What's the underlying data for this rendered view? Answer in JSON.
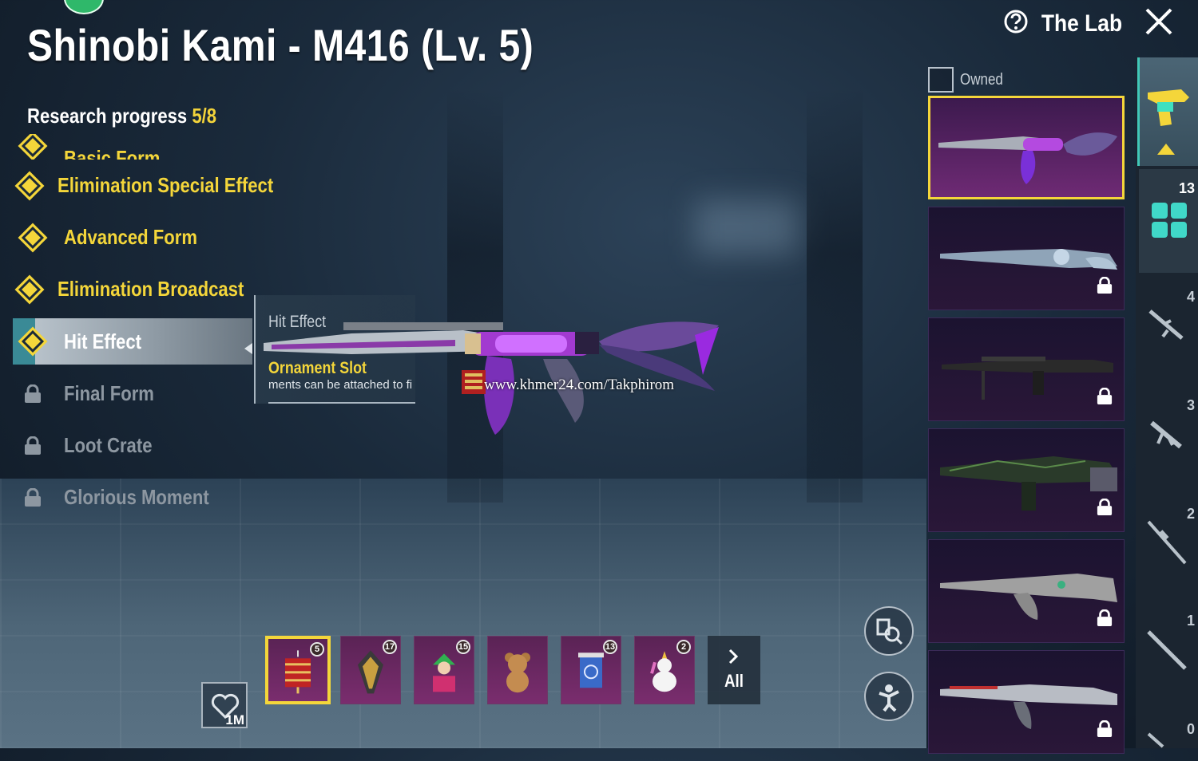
{
  "header": {
    "title": "Shinobi Kami - M416 (Lv. 5)",
    "research_label": "Research progress ",
    "research_value": "5/8",
    "help_icon": "question-circle-icon",
    "lab_label": "The Lab",
    "close_icon": "close-icon"
  },
  "features": [
    {
      "label": "Basic Form",
      "state": "unlocked",
      "icon": "diamond-check-icon"
    },
    {
      "label": "Elimination Special Effect",
      "state": "unlocked",
      "icon": "diamond-check-icon"
    },
    {
      "label": "Advanced Form",
      "state": "unlocked",
      "icon": "diamond-check-icon"
    },
    {
      "label": "Elimination Broadcast",
      "state": "unlocked",
      "icon": "diamond-check-icon"
    },
    {
      "label": "Hit Effect",
      "state": "selected",
      "icon": "diamond-check-icon"
    },
    {
      "label": "Final Form",
      "state": "locked",
      "icon": "lock-icon"
    },
    {
      "label": "Loot Crate",
      "state": "locked",
      "icon": "lock-icon"
    },
    {
      "label": "Glorious Moment",
      "state": "locked",
      "icon": "lock-icon"
    }
  ],
  "tooltip": {
    "heading": "Hit Effect",
    "slot_title": "Ornament Slot",
    "slot_desc": "ments can be attached to fire"
  },
  "watermark": "www.khmer24.com/Takphirom",
  "owned_filter": {
    "label": "Owned",
    "checked": false
  },
  "skins": [
    {
      "name": "shinobi-kami-m416",
      "selected": true,
      "locked": false
    },
    {
      "name": "skin-2",
      "selected": false,
      "locked": true
    },
    {
      "name": "skin-3",
      "selected": false,
      "locked": true
    },
    {
      "name": "skin-4",
      "selected": false,
      "locked": true
    },
    {
      "name": "skin-5",
      "selected": false,
      "locked": true
    },
    {
      "name": "skin-6",
      "selected": false,
      "locked": true
    }
  ],
  "categories": [
    {
      "icon": "pistol-icon",
      "count": ""
    },
    {
      "icon": "grid-icon",
      "count": "13"
    },
    {
      "icon": "assault-rifle-icon",
      "count": "4"
    },
    {
      "icon": "smg-icon",
      "count": "3"
    },
    {
      "icon": "sniper-rifle-icon",
      "count": "2"
    },
    {
      "icon": "marksman-rifle-icon",
      "count": "1"
    },
    {
      "icon": "shotgun-icon",
      "count": "0"
    }
  ],
  "tools": [
    {
      "icon": "inspect-magnifier-icon"
    },
    {
      "icon": "emote-pose-icon"
    }
  ],
  "favorite": {
    "icon": "heart-icon",
    "count": "1M"
  },
  "ornaments": [
    {
      "icon": "firecracker-icon",
      "badge": "5",
      "selected": true
    },
    {
      "icon": "blade-pendant-icon",
      "badge": "17",
      "selected": false
    },
    {
      "icon": "jester-box-icon",
      "badge": "15",
      "selected": false
    },
    {
      "icon": "teddy-bear-icon",
      "badge": "",
      "selected": false
    },
    {
      "icon": "scroll-tag-icon",
      "badge": "13",
      "selected": false
    },
    {
      "icon": "unicorn-icon",
      "badge": "2",
      "selected": false
    }
  ],
  "all_button": {
    "label": "All",
    "icon": "chevron-right-icon"
  },
  "colors": {
    "accent_yellow": "#f4d63a",
    "teal": "#40c8b8",
    "purple": "#7a2d6e"
  }
}
